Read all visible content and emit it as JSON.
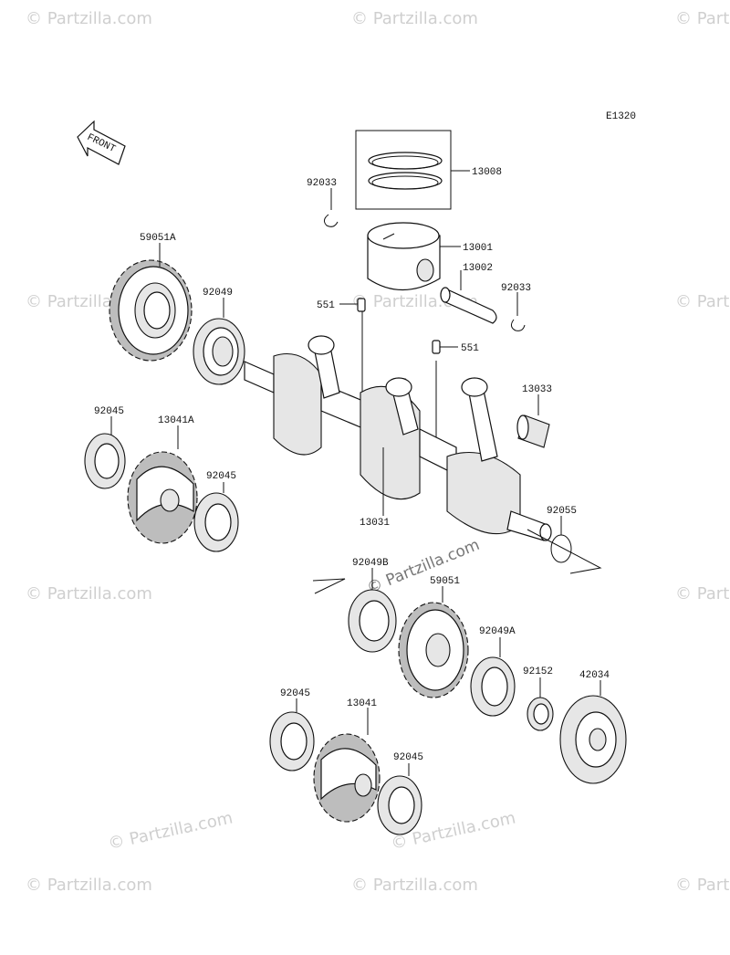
{
  "diagram": {
    "code": "E1320",
    "front_label": "FRONT",
    "watermarks": {
      "text": "© Partzilla.com",
      "center_text": "© Partzilla.com"
    },
    "callouts": [
      {
        "id": "13008",
        "text": "13008"
      },
      {
        "id": "92033-top",
        "text": "92033"
      },
      {
        "id": "13001",
        "text": "13001"
      },
      {
        "id": "13002",
        "text": "13002"
      },
      {
        "id": "92033-right",
        "text": "92033"
      },
      {
        "id": "551-left",
        "text": "551"
      },
      {
        "id": "551-right",
        "text": "551"
      },
      {
        "id": "59051A",
        "text": "59051A"
      },
      {
        "id": "92049",
        "text": "92049"
      },
      {
        "id": "13033",
        "text": "13033"
      },
      {
        "id": "92045-a",
        "text": "92045"
      },
      {
        "id": "13041A",
        "text": "13041A"
      },
      {
        "id": "92045-b",
        "text": "92045"
      },
      {
        "id": "13031",
        "text": "13031"
      },
      {
        "id": "92055",
        "text": "92055"
      },
      {
        "id": "92049B",
        "text": "92049B"
      },
      {
        "id": "59051",
        "text": "59051"
      },
      {
        "id": "92049A",
        "text": "92049A"
      },
      {
        "id": "92152",
        "text": "92152"
      },
      {
        "id": "42034",
        "text": "42034"
      },
      {
        "id": "92045-c",
        "text": "92045"
      },
      {
        "id": "13041",
        "text": "13041"
      },
      {
        "id": "92045-d",
        "text": "92045"
      }
    ]
  }
}
